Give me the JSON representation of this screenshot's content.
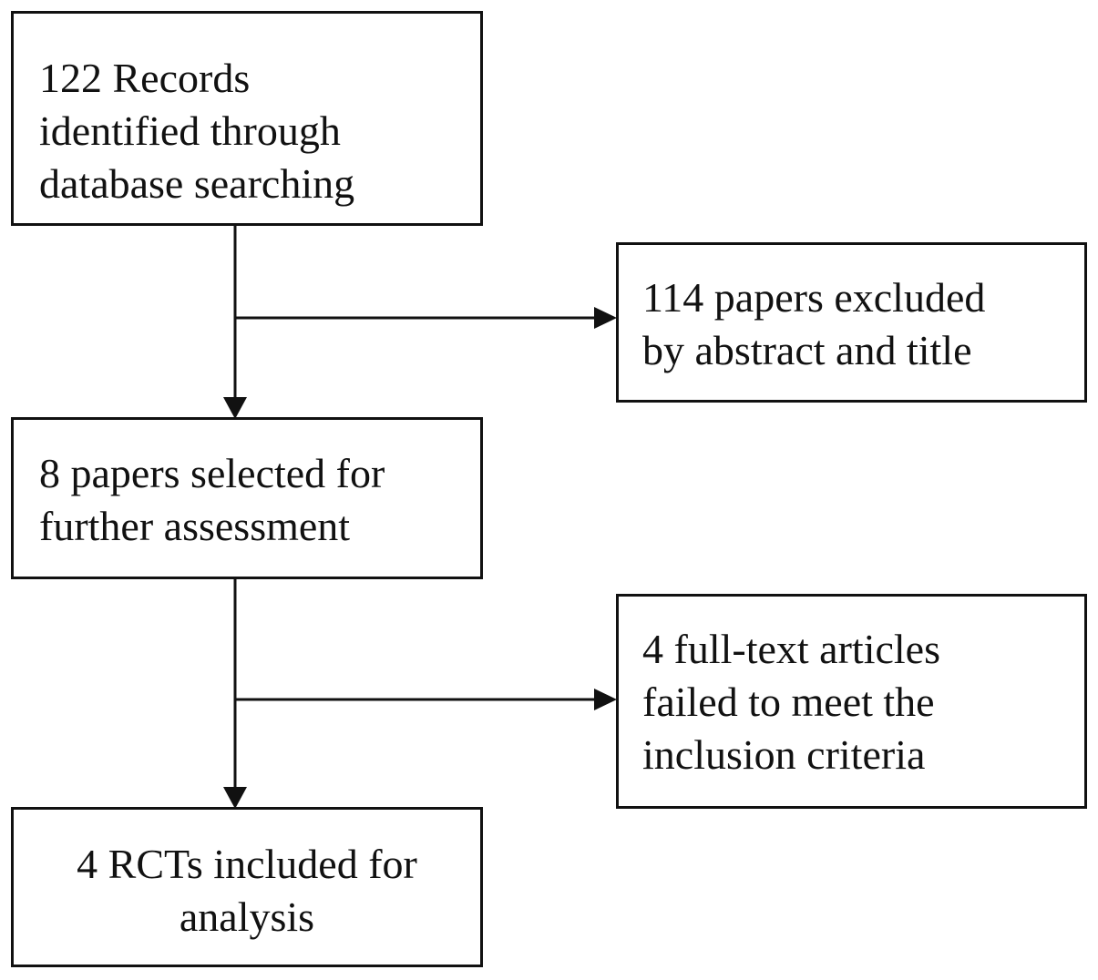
{
  "flow": {
    "records_identified": "122 Records\nidentified through\ndatabase searching",
    "excluded_abstract": "114 papers excluded\nby abstract and title",
    "selected_assessment": "8 papers selected for\nfurther assessment",
    "excluded_fulltext": "4 full-text articles\nfailed to meet the\ninclusion criteria",
    "included_analysis": "4 RCTs included for\nanalysis"
  }
}
